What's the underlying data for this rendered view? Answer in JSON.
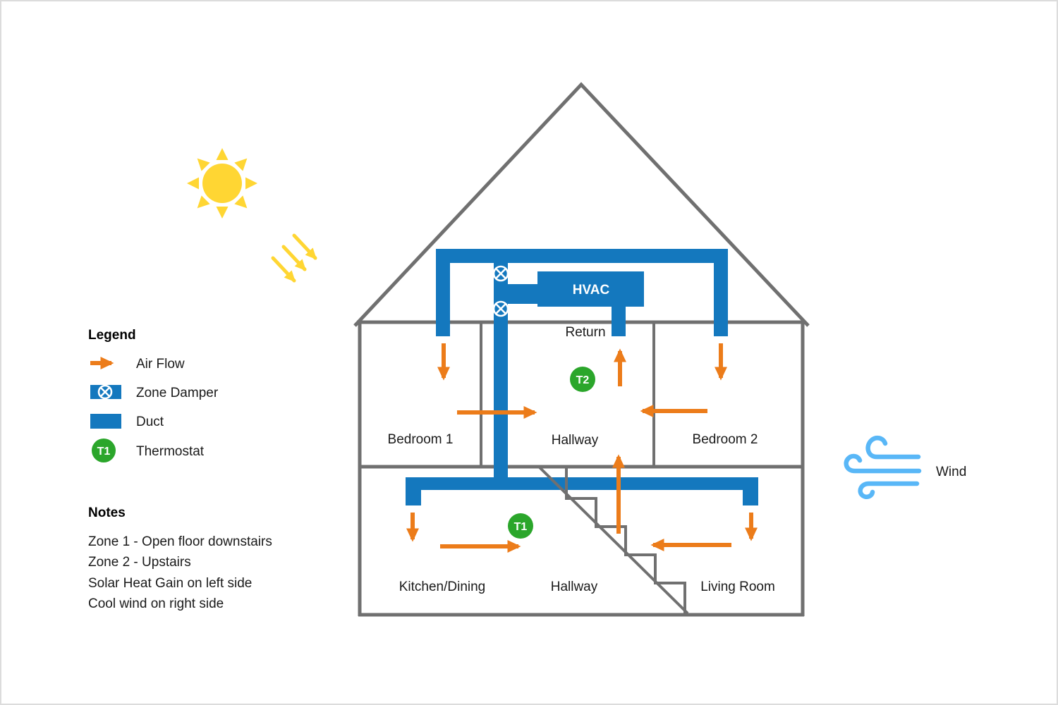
{
  "colors": {
    "duct": "#1478BE",
    "airflow": "#EC7C1A",
    "thermostat": "#2BA62B",
    "sun": "#FFD633",
    "wind": "#59B7F7",
    "wall": "#707070",
    "ink": "#1a1a1a"
  },
  "legend": {
    "heading": "Legend",
    "items": [
      {
        "id": "air-flow",
        "label": "Air Flow"
      },
      {
        "id": "zone-damper",
        "label": "Zone Damper"
      },
      {
        "id": "duct",
        "label": "Duct"
      },
      {
        "id": "thermostat",
        "label": "Thermostat"
      }
    ],
    "thermostat_badge": "T1"
  },
  "notes": {
    "heading": "Notes",
    "lines": [
      "Zone 1 - Open floor downstairs",
      "Zone 2 - Upstairs",
      "Solar Heat Gain on left side",
      "Cool wind on right side"
    ]
  },
  "diagram": {
    "hvac_label": "HVAC",
    "return_label": "Return",
    "wind_label": "Wind",
    "thermostat_upstairs": "T2",
    "thermostat_downstairs": "T1",
    "rooms_upstairs": [
      "Bedroom 1",
      "Hallway",
      "Bedroom 2"
    ],
    "rooms_downstairs": [
      "Kitchen/Dining",
      "Hallway",
      "Living Room"
    ]
  }
}
